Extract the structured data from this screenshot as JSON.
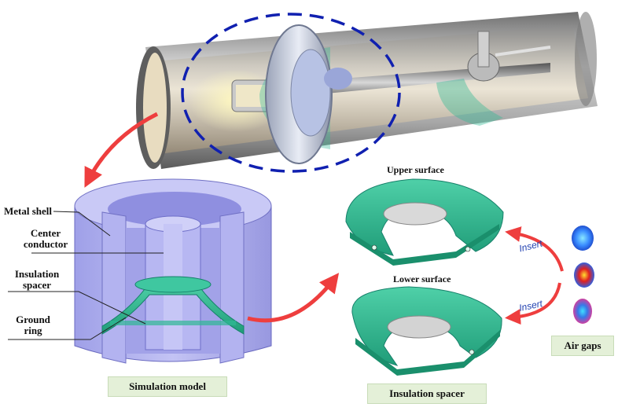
{
  "labels": {
    "metal_shell": "Metal shell",
    "center_conductor_1": "Center",
    "center_conductor_2": "conductor",
    "insulation_spacer_1": "Insulation",
    "insulation_spacer_2": "spacer",
    "ground_ring_1": "Ground",
    "ground_ring_2": "ring"
  },
  "titles": {
    "upper_surface": "Upper surface",
    "lower_surface": "Lower surface"
  },
  "captions": {
    "simulation_model": "Simulation model",
    "insulation_spacer": "Insulation spacer",
    "air_gaps": "Air gaps"
  },
  "arrows": {
    "insert_upper": "Insert",
    "insert_lower": "Insert"
  },
  "colors": {
    "spacer_green": "#2fb894",
    "model_blue": "#a9a8ee",
    "highlight_dash": "#1020b0",
    "arrow_red": "#ee3e3e",
    "tube_gray": "#8a8a8a"
  }
}
